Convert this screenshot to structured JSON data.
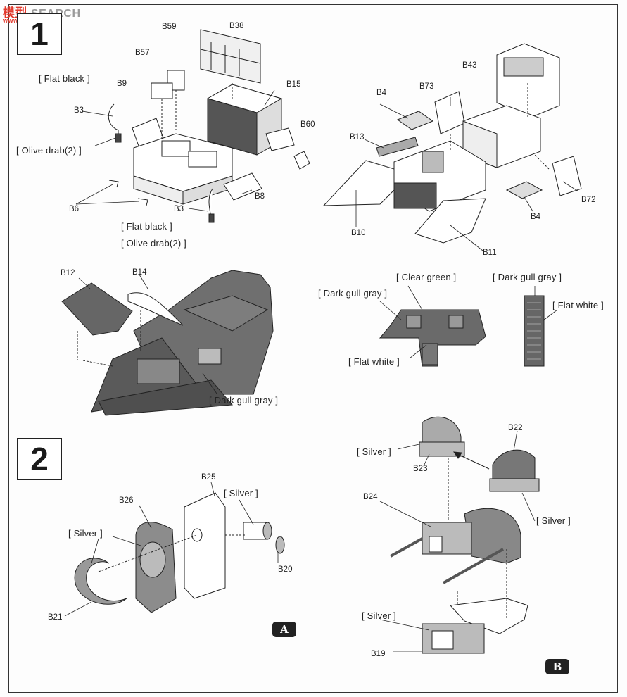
{
  "watermark": {
    "cn": "模型",
    "text": "SEARCH",
    "url": "www.moxing.net"
  },
  "steps": {
    "step1": "1",
    "step2": "2"
  },
  "badges": {
    "a": "A",
    "b": "B"
  },
  "step1_left": {
    "parts": {
      "b59": "B59",
      "b38": "B38",
      "b57": "B57",
      "b9": "B9",
      "b15": "B15",
      "b3a": "B3",
      "b60": "B60",
      "b8": "B8",
      "b6": "B6",
      "b3b": "B3"
    },
    "paints": {
      "flat_black_1": "[ Flat black ]",
      "olive_drab_1": "[ Olive drab(2) ]",
      "flat_black_2": "[ Flat black ]",
      "olive_drab_2": "[ Olive drab(2) ]"
    }
  },
  "step1_right": {
    "parts": {
      "b43": "B43",
      "b4a": "B4",
      "b73": "B73",
      "b13": "B13",
      "b72": "B72",
      "b4b": "B4",
      "b10": "B10",
      "b11": "B11"
    }
  },
  "step1_assembled": {
    "parts": {
      "b12": "B12",
      "b14": "B14"
    },
    "paints": {
      "dark_gull_gray": "[ Dark gull gray ]"
    }
  },
  "panel_colors": {
    "clear_green": "[ Clear green ]",
    "dark_gull_gray_left": "[ Dark gull gray ]",
    "dark_gull_gray_right": "[ Dark gull gray ]",
    "flat_white_right": "[ Flat white ]",
    "flat_white_bottom": "[ Flat white ]"
  },
  "step2_a": {
    "parts": {
      "b25": "B25",
      "b26": "B26",
      "b20": "B20",
      "b21": "B21"
    },
    "paints": {
      "silver_1": "[ Silver ]",
      "silver_2": "[ Silver ]"
    }
  },
  "step2_b": {
    "parts": {
      "b22": "B22",
      "b23": "B23",
      "b24": "B24",
      "b19": "B19"
    },
    "paints": {
      "silver_1": "[ Silver ]",
      "silver_2": "[ Silver ]",
      "silver_3": "[ Silver ]"
    }
  },
  "colors": {
    "gull_gray": "#6f6f6f",
    "light_gray": "#bcbcbc",
    "line": "#222222"
  }
}
